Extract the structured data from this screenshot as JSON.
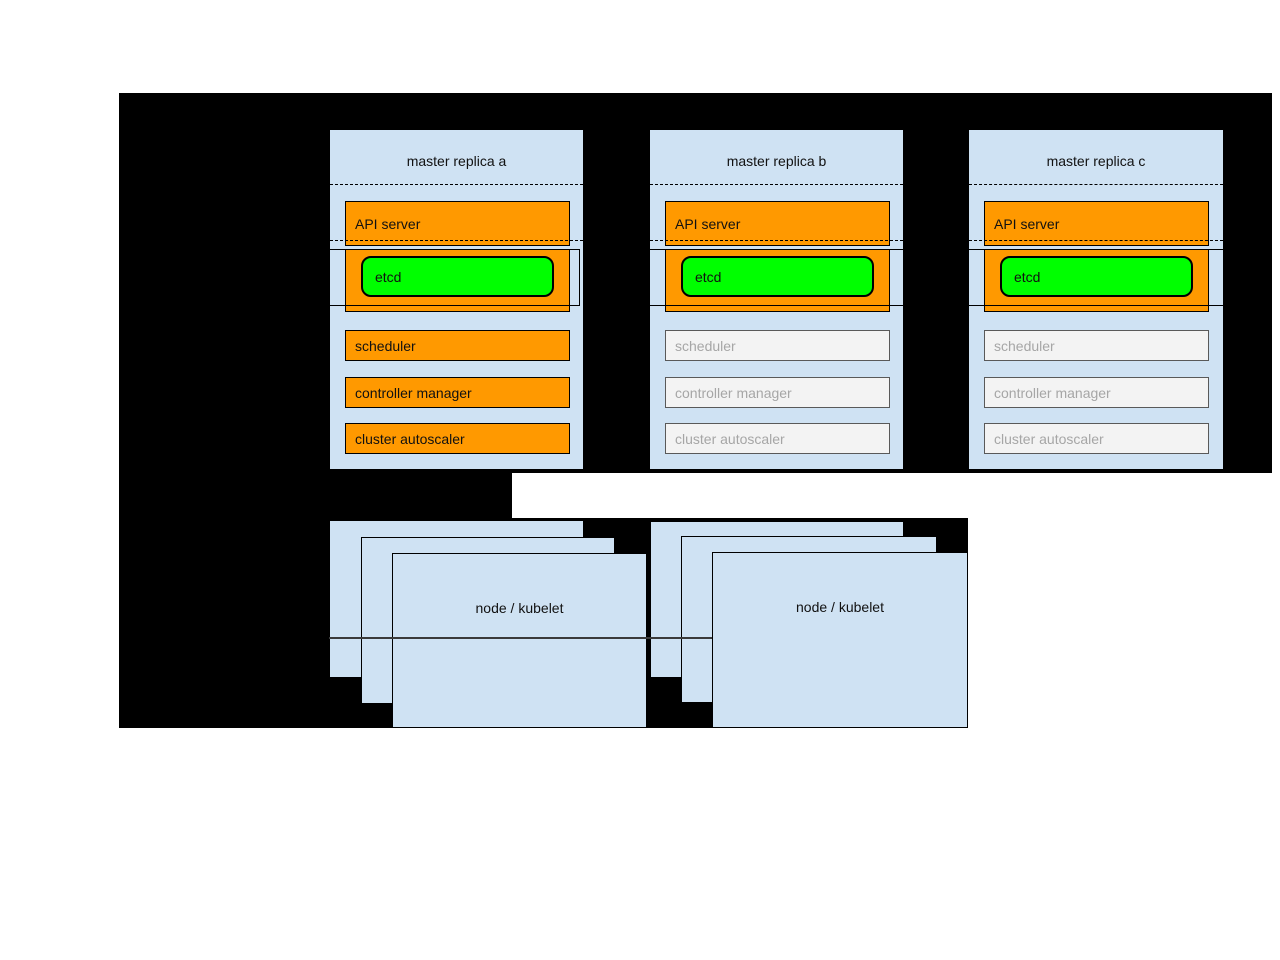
{
  "diagram": {
    "masters": [
      {
        "title": "master replica a",
        "active": true,
        "api_server": "API server",
        "etcd": "etcd",
        "scheduler": "scheduler",
        "controller_manager": "controller manager",
        "cluster_autoscaler": "cluster autoscaler"
      },
      {
        "title": "master replica b",
        "active": false,
        "api_server": "API server",
        "etcd": "etcd",
        "scheduler": "scheduler",
        "controller_manager": "controller manager",
        "cluster_autoscaler": "cluster autoscaler"
      },
      {
        "title": "master replica c",
        "active": false,
        "api_server": "API server",
        "etcd": "etcd",
        "scheduler": "scheduler",
        "controller_manager": "controller manager",
        "cluster_autoscaler": "cluster autoscaler"
      }
    ],
    "nodes": [
      {
        "label": "node / kubelet"
      },
      {
        "label": "node / kubelet"
      }
    ],
    "colors": {
      "background": "#000000",
      "panel_fill": "#cfe2f3",
      "active_fill": "#ff9900",
      "etcd_fill": "#00ff00",
      "inactive_fill": "#f3f3f3",
      "inactive_text": "#a6a6a6"
    }
  }
}
